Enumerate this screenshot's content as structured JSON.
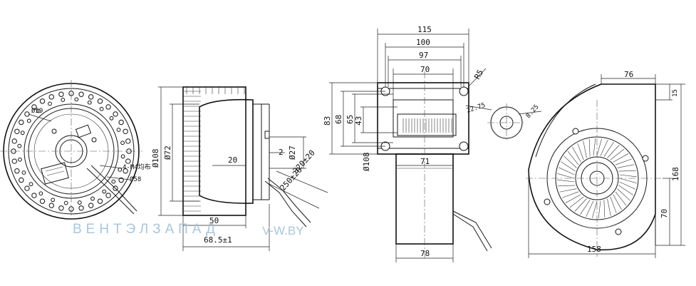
{
  "watermark": {
    "brand": "ВЕНТЭЛЗАПАД",
    "site": "V-W.BY"
  },
  "front_view": {
    "pcd": "Ø59",
    "mount": "4-M4均布",
    "hub": "Ø58"
  },
  "side_view": {
    "d_outer": "Ø108",
    "d_inner": "Ø72",
    "depth_20": "20",
    "gap_2": "2",
    "d_27": "Ø27",
    "lead_320": "320±20",
    "lead_250": "250±20",
    "w_50": "50",
    "w_685": "68.5±1"
  },
  "top_view": {
    "w_115": "115",
    "w_100": "100",
    "w_97": "97",
    "w_70": "70",
    "r_85": "R5",
    "h_83": "83",
    "h_68": "68",
    "h_65": "65",
    "h_43": "43",
    "d_108": "Ø108",
    "w_71": "71",
    "w_78": "78",
    "slot_a": "22.75",
    "slot_b": "8.25"
  },
  "right_view": {
    "w_76": "76",
    "h_15": "15",
    "h_168": "168",
    "h_70": "70",
    "w_158": "158"
  }
}
